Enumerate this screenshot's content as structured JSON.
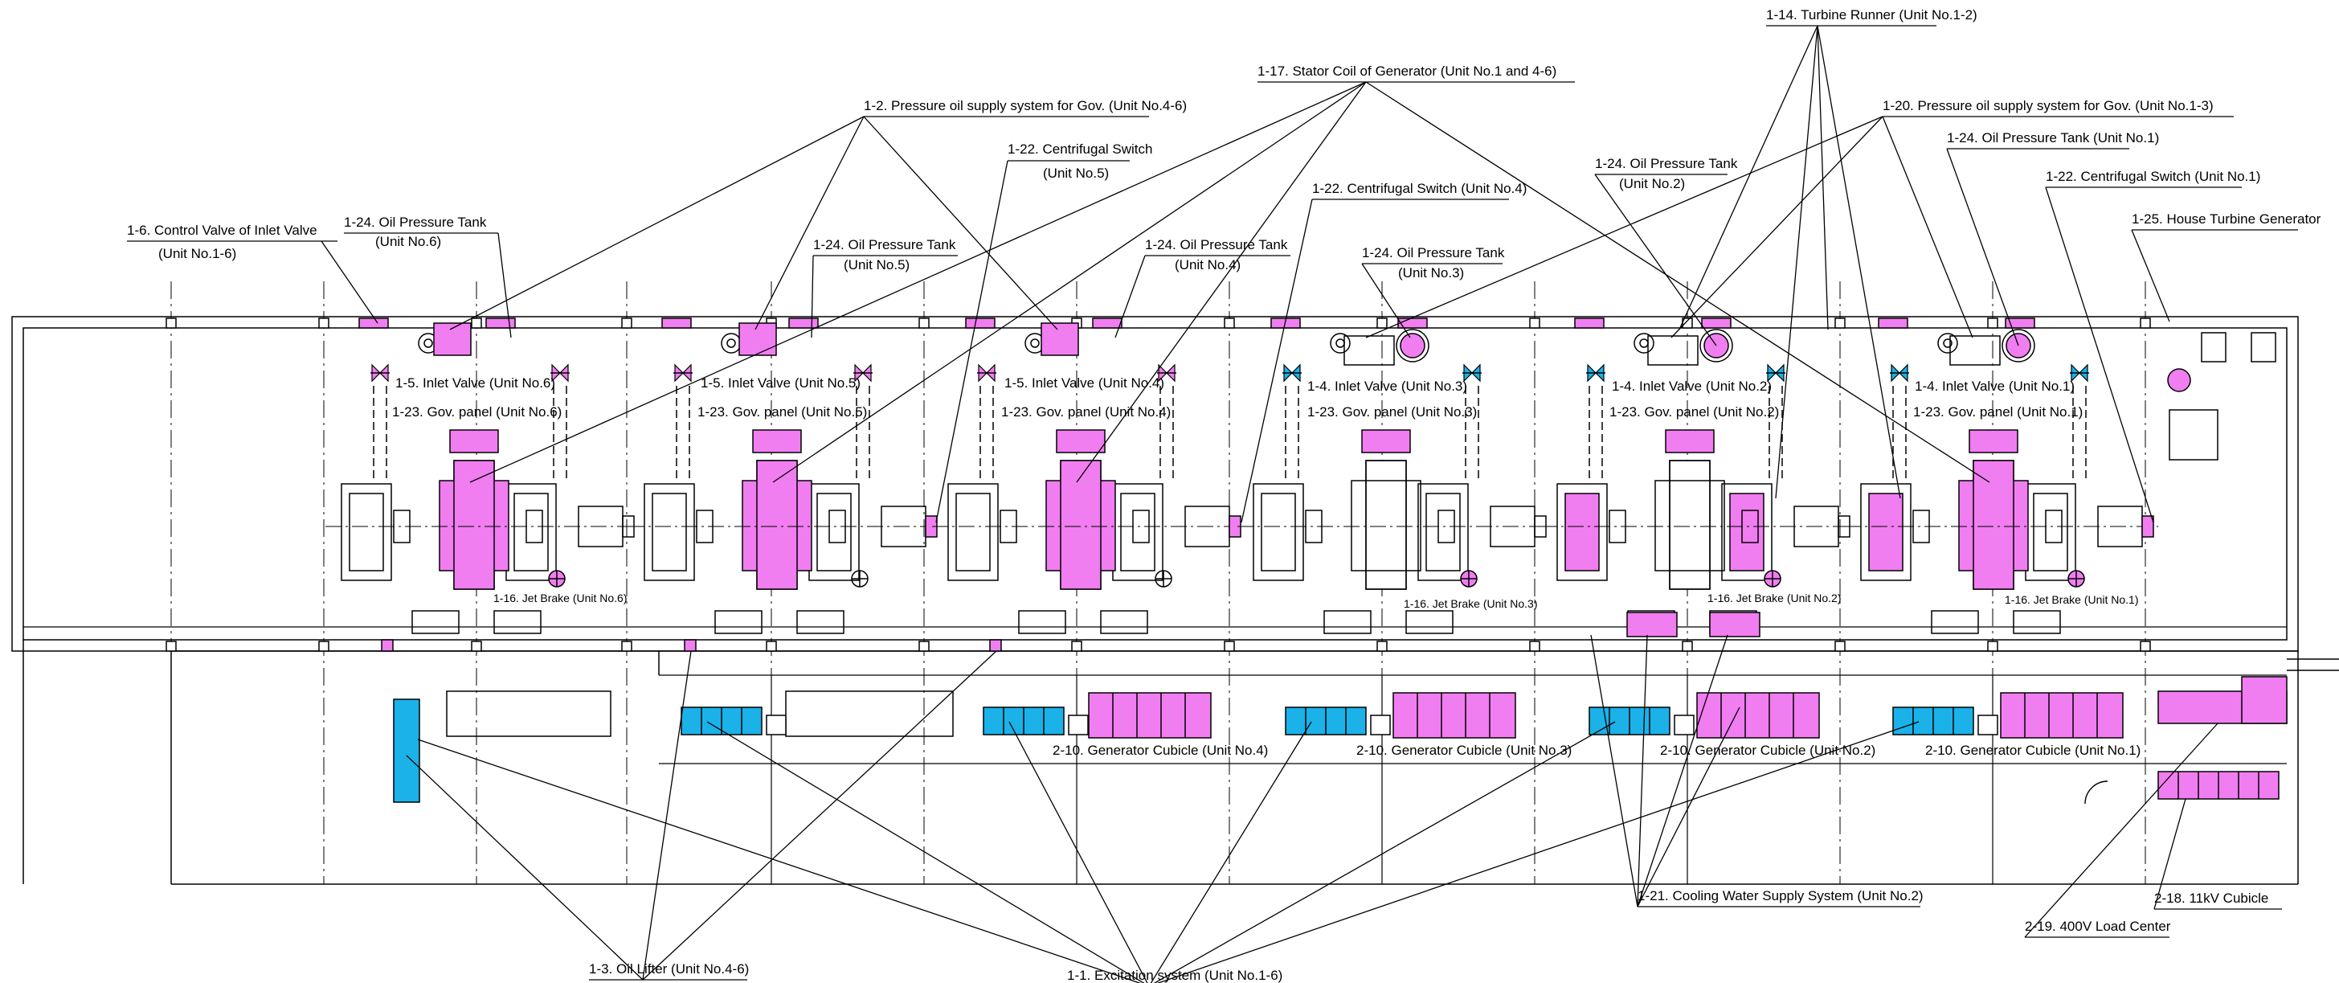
{
  "colors": {
    "pink": "#f07ef0",
    "blue": "#1ab2e8",
    "line": "#000000",
    "background": "#ffffff"
  },
  "labels": {
    "turbine_runner": "1-14. Turbine Runner (Unit No.1-2)",
    "stator_coil": "1-17. Stator Coil of Generator (Unit No.1 and 4-6)",
    "pressure_oil_46": "1-2. Pressure oil supply system for Gov. (Unit No.4-6)",
    "pressure_oil_13": "1-20. Pressure oil supply system for Gov. (Unit No.1-3)",
    "cent_switch_u5_a": "1-22. Centrifugal Switch",
    "cent_switch_u5_b": "(Unit No.5)",
    "cent_switch_u4": "1-22. Centrifugal Switch (Unit No.4)",
    "cent_switch_u1": "1-22. Centrifugal Switch (Unit No.1)",
    "oil_tank_u2_a": "1-24. Oil Pressure Tank",
    "oil_tank_u2_b": "(Unit No.2)",
    "oil_tank_u1": "1-24. Oil Pressure Tank (Unit No.1)",
    "control_valve_a": "1-6. Control Valve of Inlet Valve",
    "control_valve_b": "(Unit No.1-6)",
    "oil_tank_u6_a": "1-24. Oil Pressure Tank",
    "oil_tank_u6_b": "(Unit No.6)",
    "oil_tank_u5_a": "1-24. Oil Pressure Tank",
    "oil_tank_u5_b": "(Unit No.5)",
    "oil_tank_u4_a": "1-24. Oil Pressure Tank",
    "oil_tank_u4_b": "(Unit No.4)",
    "oil_tank_u3_a": "1-24. Oil Pressure Tank",
    "oil_tank_u3_b": "(Unit No.3)",
    "house_turbine": "1-25. House Turbine Generator",
    "inlet_u6": "1-5. Inlet Valve (Unit No.6)",
    "inlet_u5": "1-5. Inlet Valve (Unit No.5)",
    "inlet_u4": "1-5. Inlet Valve (Unit No.4)",
    "inlet_u3": "1-4. Inlet Valve (Unit No.3)",
    "inlet_u2": "1-4. Inlet Valve (Unit No.2)",
    "inlet_u1": "1-4. Inlet Valve (Unit No.1)",
    "gov_u6": "1-23. Gov. panel (Unit No.6)",
    "gov_u5": "1-23. Gov. panel (Unit No.5)",
    "gov_u4": "1-23. Gov. panel (Unit No.4)",
    "gov_u3": "1-23. Gov. panel (Unit No.3)",
    "gov_u2": "1-23. Gov. panel (Unit No.2)",
    "gov_u1": "1-23. Gov. panel (Unit No.1)",
    "jet_u6": "1-16. Jet Brake (Unit No.6)",
    "jet_u3": "1-16. Jet Brake (Unit No.3)",
    "jet_u2": "1-16. Jet Brake (Unit No.2)",
    "jet_u1": "1-16. Jet Brake (Unit No.1)",
    "gen_cub_u4": "2-10. Generator Cubicle (Unit No.4)",
    "gen_cub_u3": "2-10. Generator Cubicle (Unit No.3)",
    "gen_cub_u2": "2-10. Generator Cubicle (Unit No.2)",
    "gen_cub_u1": "2-10. Generator Cubicle (Unit No.1)",
    "cooling_water": "1-21. Cooling Water Supply System (Unit No.2)",
    "cubicle_11kv": "2-18. 11kV Cubicle",
    "load_center": "2-19. 400V Load Center",
    "oil_lifter": "1-3. Oil Lifter (Unit No.4-6)",
    "excitation": "1-1. Excitation system (Unit No.1-6)"
  }
}
